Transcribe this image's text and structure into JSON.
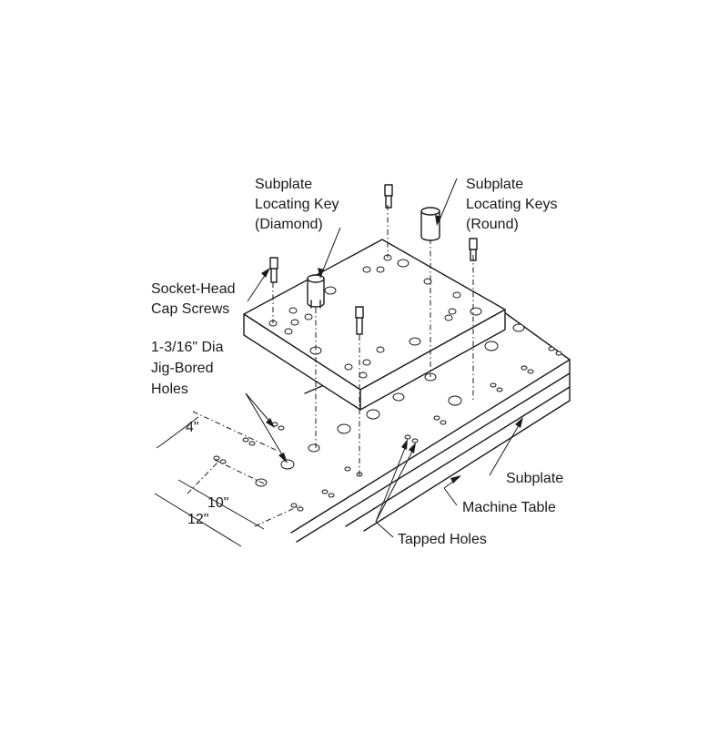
{
  "labels": {
    "subplate_key_diamond": [
      "Subplate",
      "Locating Key",
      "(Diamond)"
    ],
    "subplate_keys_round": [
      "Subplate",
      "Locating Keys",
      "(Round)"
    ],
    "socket_head": [
      "Socket-Head",
      "Cap Screws"
    ],
    "jig_bored": [
      "1-3/16\" Dia",
      "Jig-Bored",
      "Holes"
    ],
    "dim_4": "4\"",
    "dim_10": "10\"",
    "dim_12": "12\"",
    "subplate": "Subplate",
    "machine_table": "Machine Table",
    "tapped_holes": "Tapped Holes"
  }
}
